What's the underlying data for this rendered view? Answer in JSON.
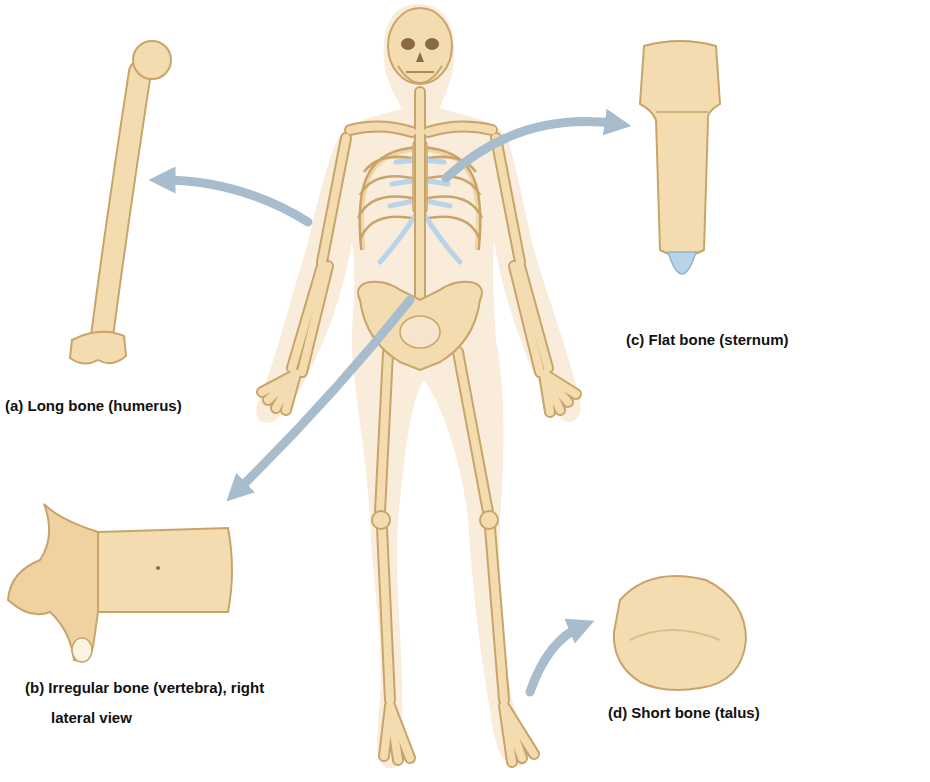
{
  "diagram": {
    "labels": [
      "(a) Long bone (humerus)",
      "(b) Irregular bone (vertebra), right lateral view",
      "(c) Flat bone (sternum)",
      "(d) Short bone (talus)"
    ]
  }
}
